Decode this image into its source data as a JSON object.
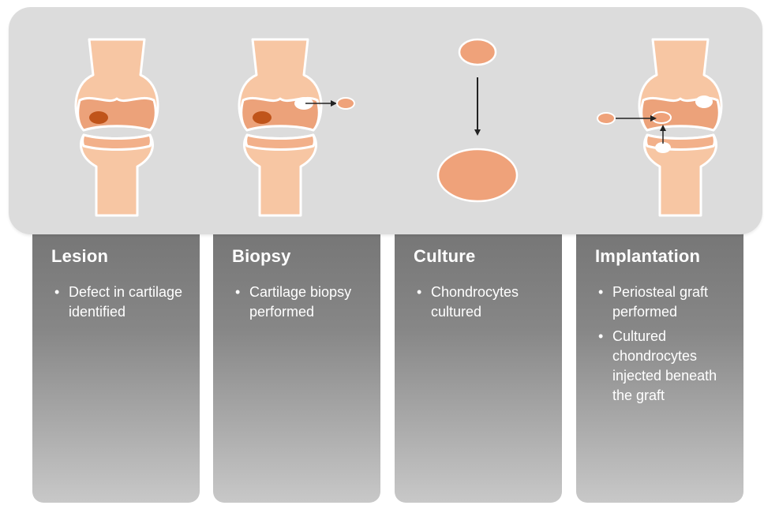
{
  "stages": [
    {
      "title": "Lesion",
      "bullets": [
        "Defect in cartilage identified"
      ]
    },
    {
      "title": "Biopsy",
      "bullets": [
        "Cartilage biopsy performed"
      ]
    },
    {
      "title": "Culture",
      "bullets": [
        "Chondrocytes cultured"
      ]
    },
    {
      "title": "Implantation",
      "bullets": [
        "Periosteal graft performed",
        "Cultured chondrocytes injected beneath the graft"
      ]
    }
  ],
  "colors": {
    "band": "#dcdcdc",
    "bone": "#f7c6a3",
    "cartilage": "#eca27a",
    "lesion": "#c0541a",
    "cell": "#efa27a",
    "outline": "#ffffff"
  }
}
